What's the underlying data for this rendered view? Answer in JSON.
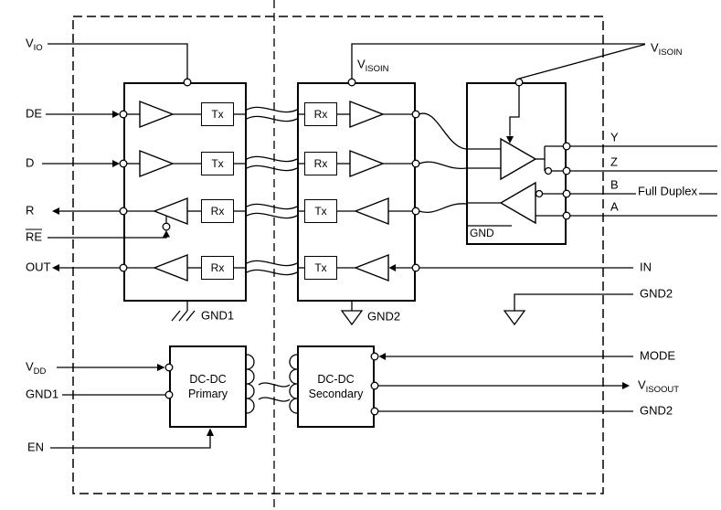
{
  "labels": {
    "vio": {
      "base": "V",
      "sub": "IO"
    },
    "de": "DE",
    "d": "D",
    "r": "R",
    "re": "RE",
    "out": "OUT",
    "vdd": {
      "base": "V",
      "sub": "DD"
    },
    "gnd1_pin": "GND1",
    "en": "EN",
    "visoin": {
      "base": "V",
      "sub": "ISOIN"
    },
    "y": "Y",
    "z": "Z",
    "b": "B",
    "a": "A",
    "full_duplex": "Full Duplex",
    "in": "IN",
    "gnd2": "GND2",
    "mode": "MODE",
    "visoout": {
      "base": "V",
      "sub": "ISOOUT"
    },
    "tx": "Tx",
    "rx": "Rx",
    "gnd": "GND",
    "gnd1": "GND1",
    "dcdc_primary": {
      "line1": "DC-DC",
      "line2": "Primary"
    },
    "dcdc_secondary": {
      "line1": "DC-DC",
      "line2": "Secondary"
    }
  }
}
